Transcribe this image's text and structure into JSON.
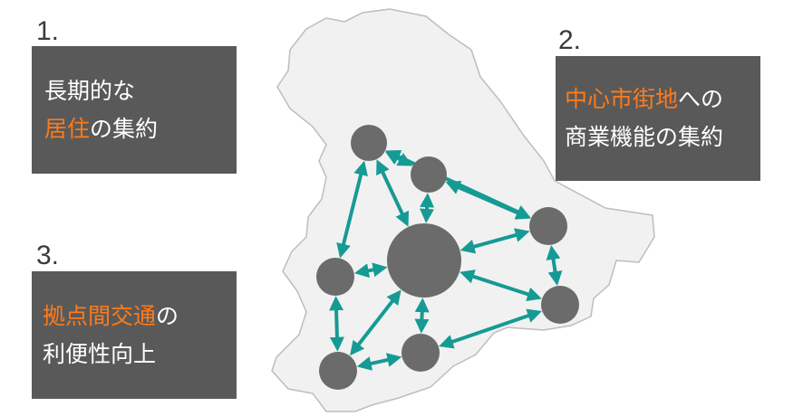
{
  "colors": {
    "box_bg": "#595959",
    "box_text": "#ffffff",
    "highlight": "#ff7a1a",
    "arrow": "#169a94",
    "node": "#6b6b6b",
    "map_fill": "#f1f1f1",
    "map_border": "#bdbdbd"
  },
  "points": [
    {
      "number": "1.",
      "line1": [
        {
          "text": "長期的な",
          "highlight": false
        }
      ],
      "line2": [
        {
          "text": "居住",
          "highlight": true
        },
        {
          "text": "の集約",
          "highlight": false
        }
      ]
    },
    {
      "number": "2.",
      "line1": [
        {
          "text": "中心市街地",
          "highlight": true
        },
        {
          "text": "への",
          "highlight": false
        }
      ],
      "line2": [
        {
          "text": "商業機能の集約",
          "highlight": false
        }
      ]
    },
    {
      "number": "3.",
      "line1": [
        {
          "text": "拠点間交通",
          "highlight": true
        },
        {
          "text": "の",
          "highlight": false
        }
      ],
      "line2": [
        {
          "text": "利便性向上",
          "highlight": false
        }
      ]
    }
  ]
}
